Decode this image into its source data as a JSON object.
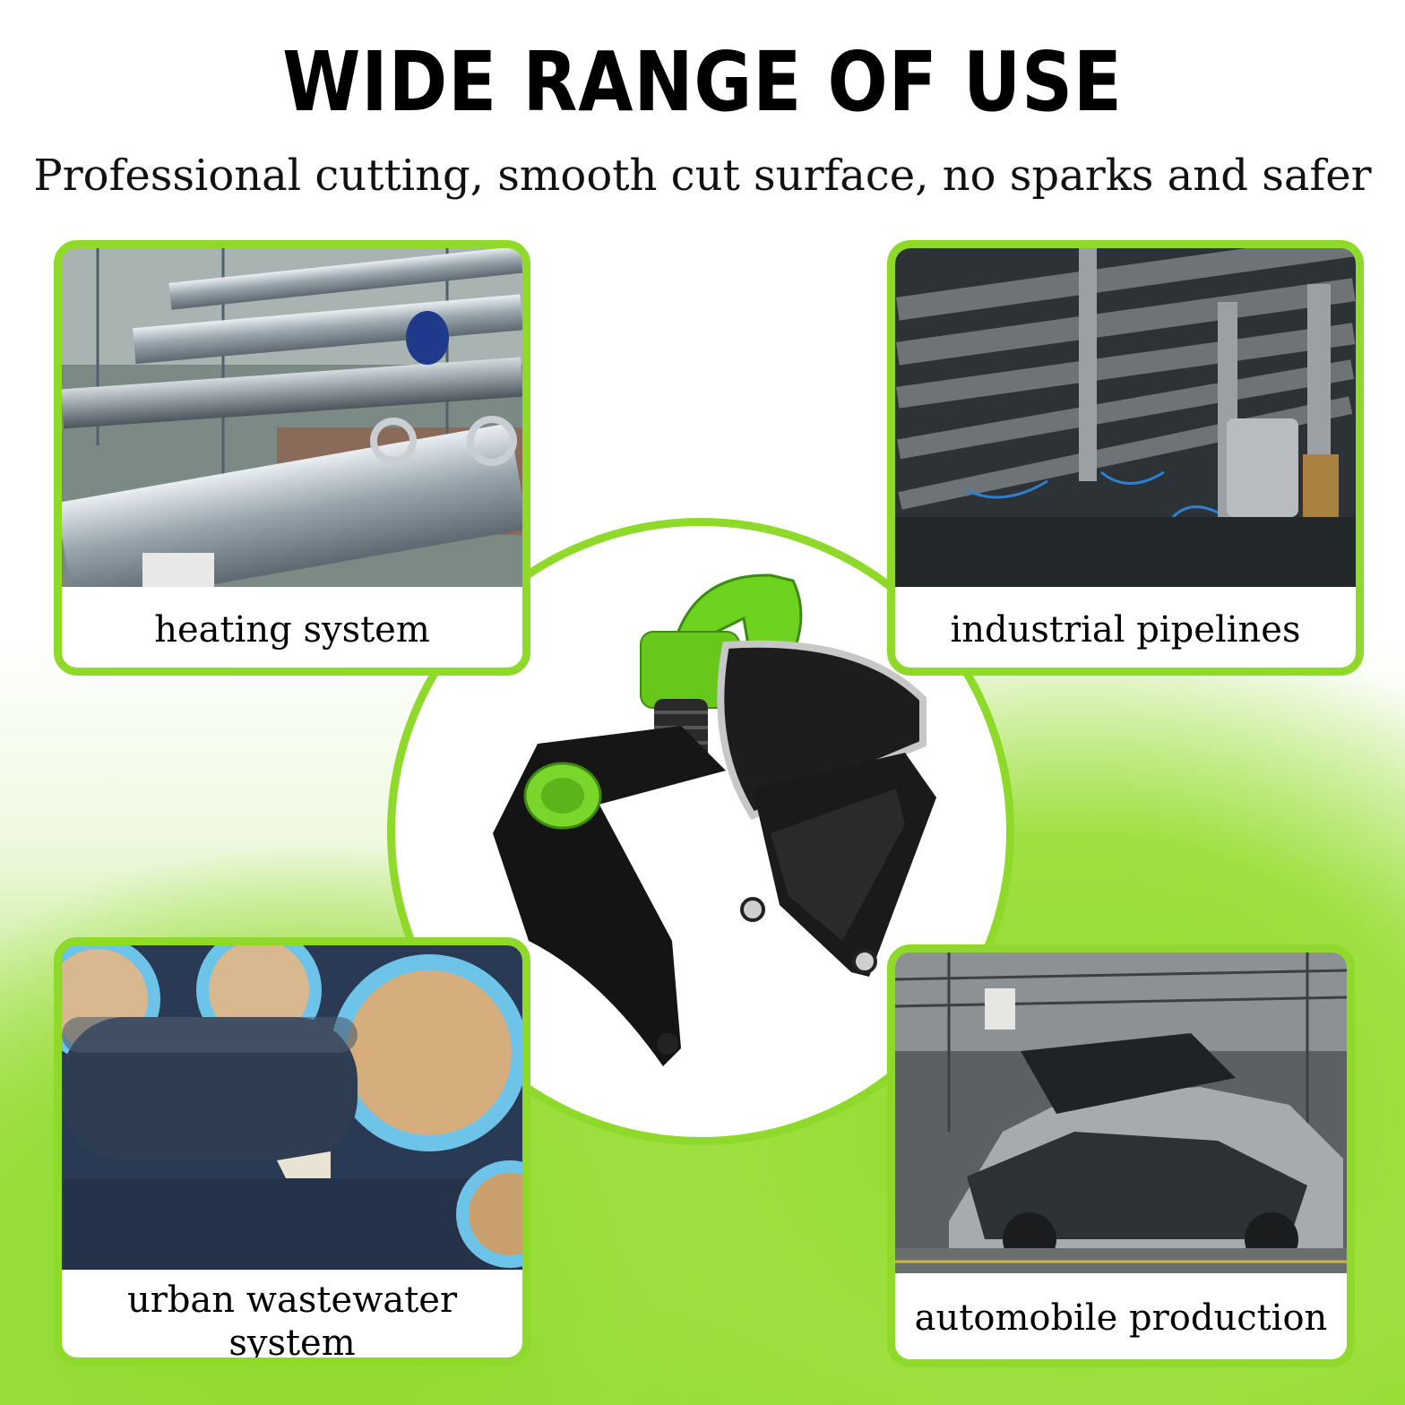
{
  "headline": "WIDE RANGE OF USE",
  "subheadline": "Professional cutting, smooth cut surface, no sparks and safer",
  "colors": {
    "accent_green": "#8fd92a",
    "text": "#000000",
    "background": "#ffffff"
  },
  "applications": [
    {
      "caption": "heating system",
      "icon": "heating-pipes-photo"
    },
    {
      "caption": "industrial pipelines",
      "icon": "industrial-pipes-photo"
    },
    {
      "caption_line1": "urban wastewater",
      "caption_line2": "system",
      "icon": "sewer-pipes-photo"
    },
    {
      "caption": "automobile production",
      "icon": "car-factory-photo"
    }
  ],
  "product": {
    "icon": "electric-pipe-cutter"
  }
}
